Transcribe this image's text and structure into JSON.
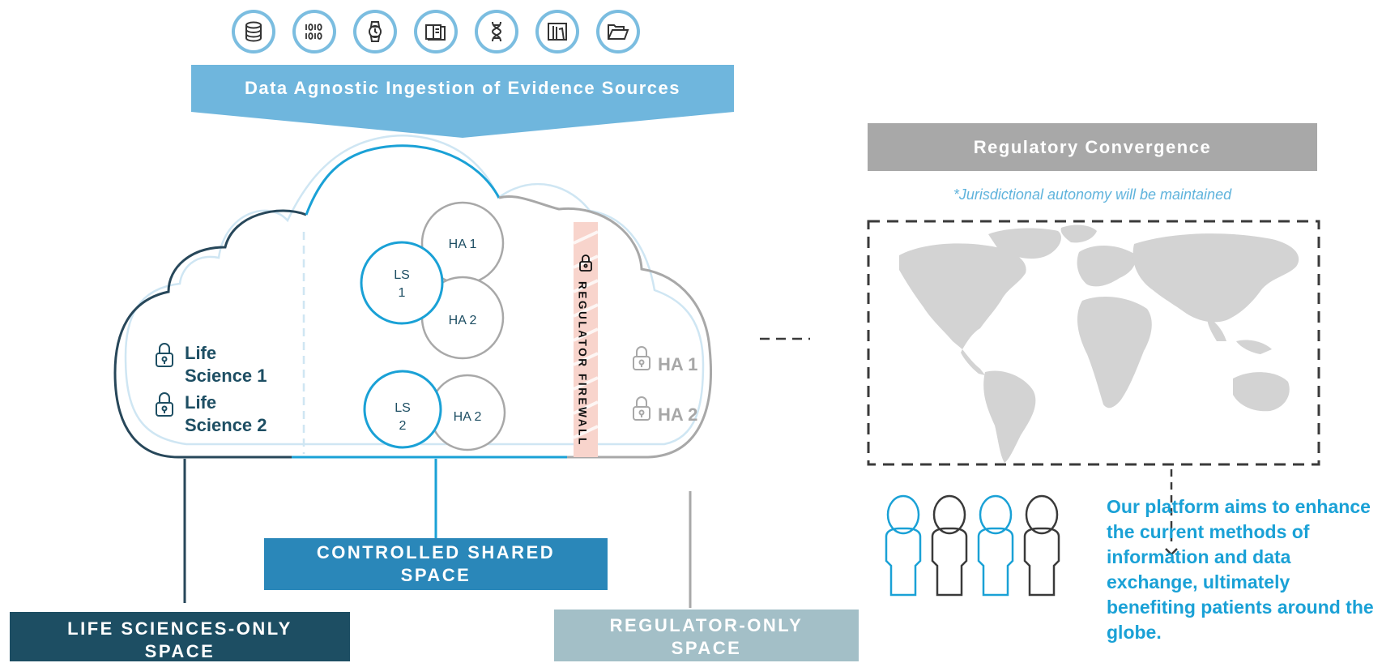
{
  "source_icons": [
    {
      "name": "database-icon"
    },
    {
      "name": "binary-data-icon"
    },
    {
      "name": "smartwatch-icon"
    },
    {
      "name": "book-icon"
    },
    {
      "name": "dna-icon"
    },
    {
      "name": "library-icon"
    },
    {
      "name": "folder-icon"
    }
  ],
  "ingestion_banner": "Data Agnostic Ingestion of Evidence Sources",
  "cloud": {
    "life_sciences": [
      {
        "line1": "Life",
        "line2": "Science 1"
      },
      {
        "line1": "Life",
        "line2": "Science 2"
      }
    ],
    "shared_circles": {
      "ls1": "LS\n1",
      "ha1_top": "HA 1",
      "ha2_top": "HA 2",
      "ls2": "LS\n2",
      "ha2_bottom": "HA 2"
    },
    "firewall_label": "REGULATOR FIREWALL",
    "regulators": [
      "HA 1",
      "HA 2"
    ]
  },
  "spaces": {
    "controlled_shared": "CONTROLLED SHARED\nSPACE",
    "life_sciences_only": "LIFE SCIENCES-ONLY\nSPACE",
    "regulator_only": "REGULATOR-ONLY\nSPACE"
  },
  "regulatory_convergence": {
    "title": "Regulatory Convergence",
    "note": "*Jurisdictional autonomy will be maintained"
  },
  "platform_statement": "Our platform aims to enhance the current methods of information and data exchange, ultimately benefiting patients around the globe.",
  "colors": {
    "cyan": "#1aa1d6",
    "dark_navy": "#1d4e63",
    "grey": "#a8a8a8",
    "banner_blue": "#6fb6dd",
    "firewall_pink": "#f8d4cc"
  }
}
